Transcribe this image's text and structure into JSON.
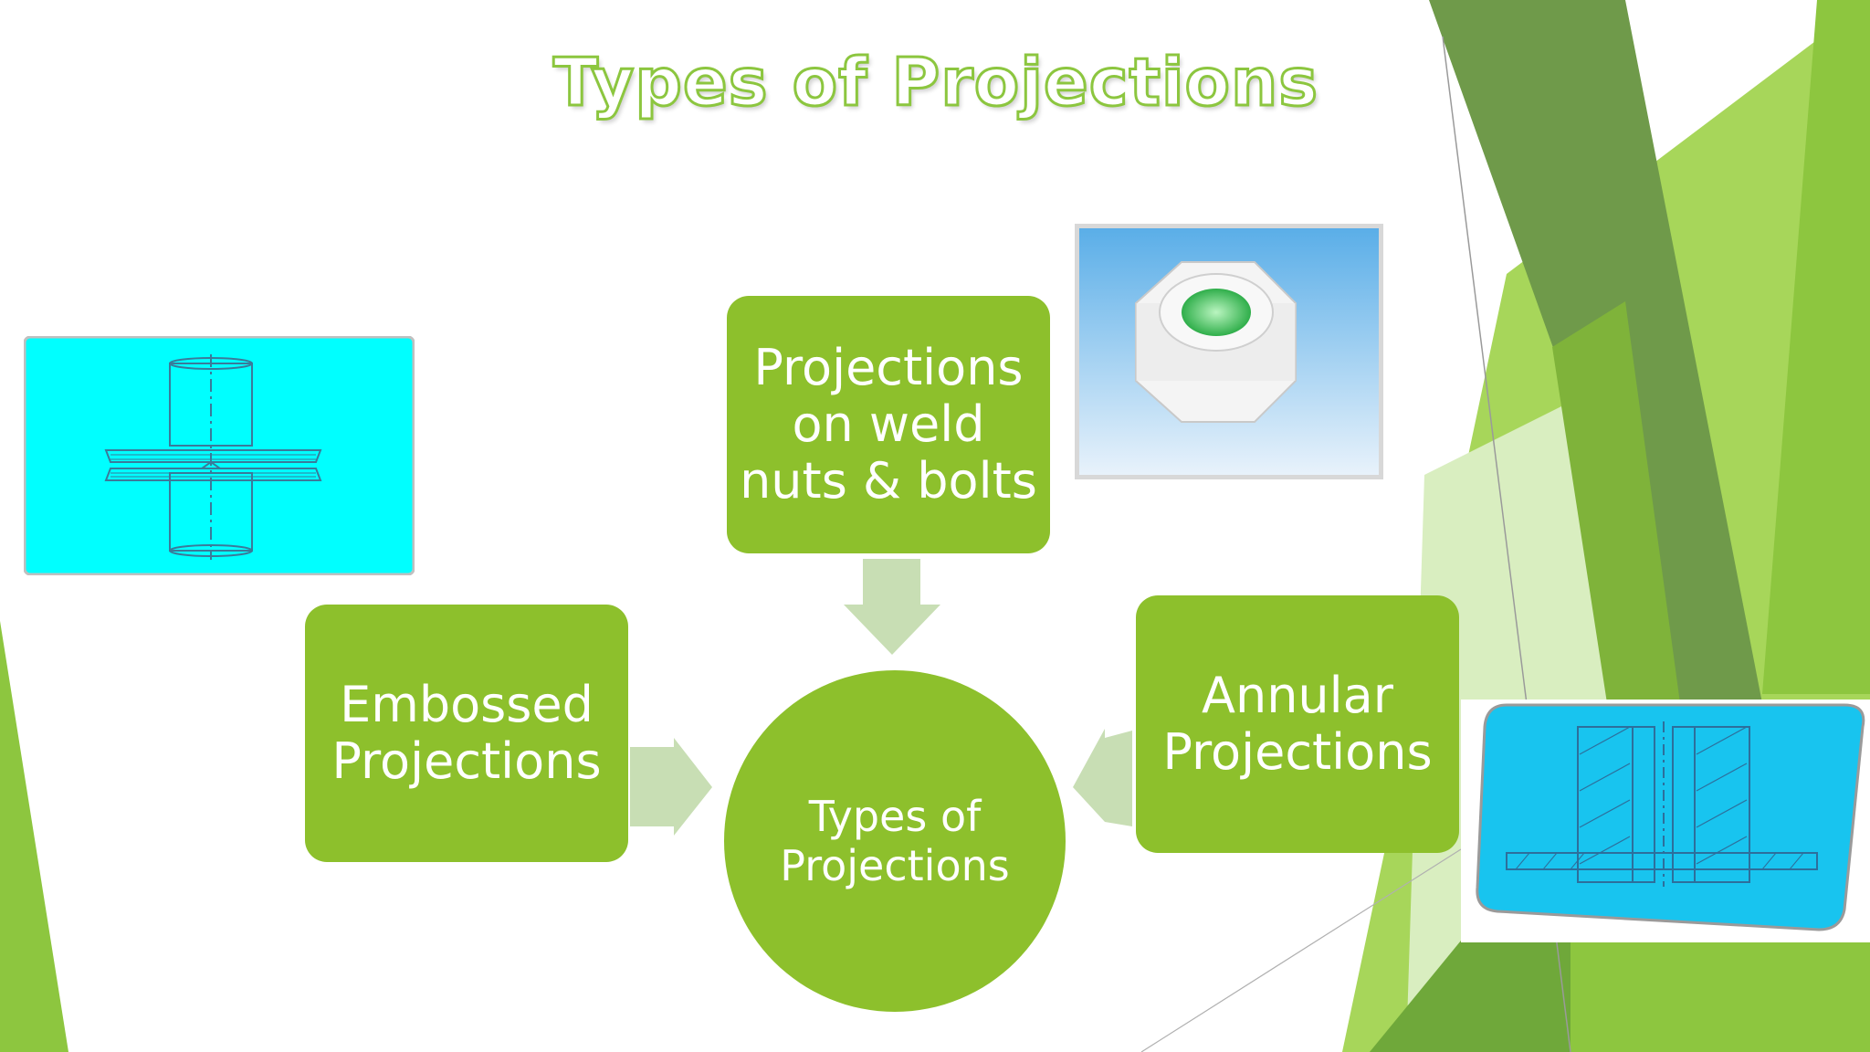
{
  "slide": {
    "title": "Types of Projections"
  },
  "diagram": {
    "center": "Types of\nProjections",
    "top_node": "Projections\non weld\nnuts & bolts",
    "left_node": "Embossed\nProjections",
    "right_node": "Annular\nProjections"
  },
  "colors": {
    "node_fill": "#8dc02c",
    "arrow_fill": "#c8deb4",
    "title_outline": "#8cc63f",
    "cyan_panel": "#00ffff",
    "accent_dark_green": "#6f9a4a",
    "accent_light_green": "#8dc63f"
  },
  "images": {
    "left": "weld-cross-section-drawing",
    "top": "weld-nut-3d-render",
    "bottom_right": "annular-projection-drawing"
  }
}
